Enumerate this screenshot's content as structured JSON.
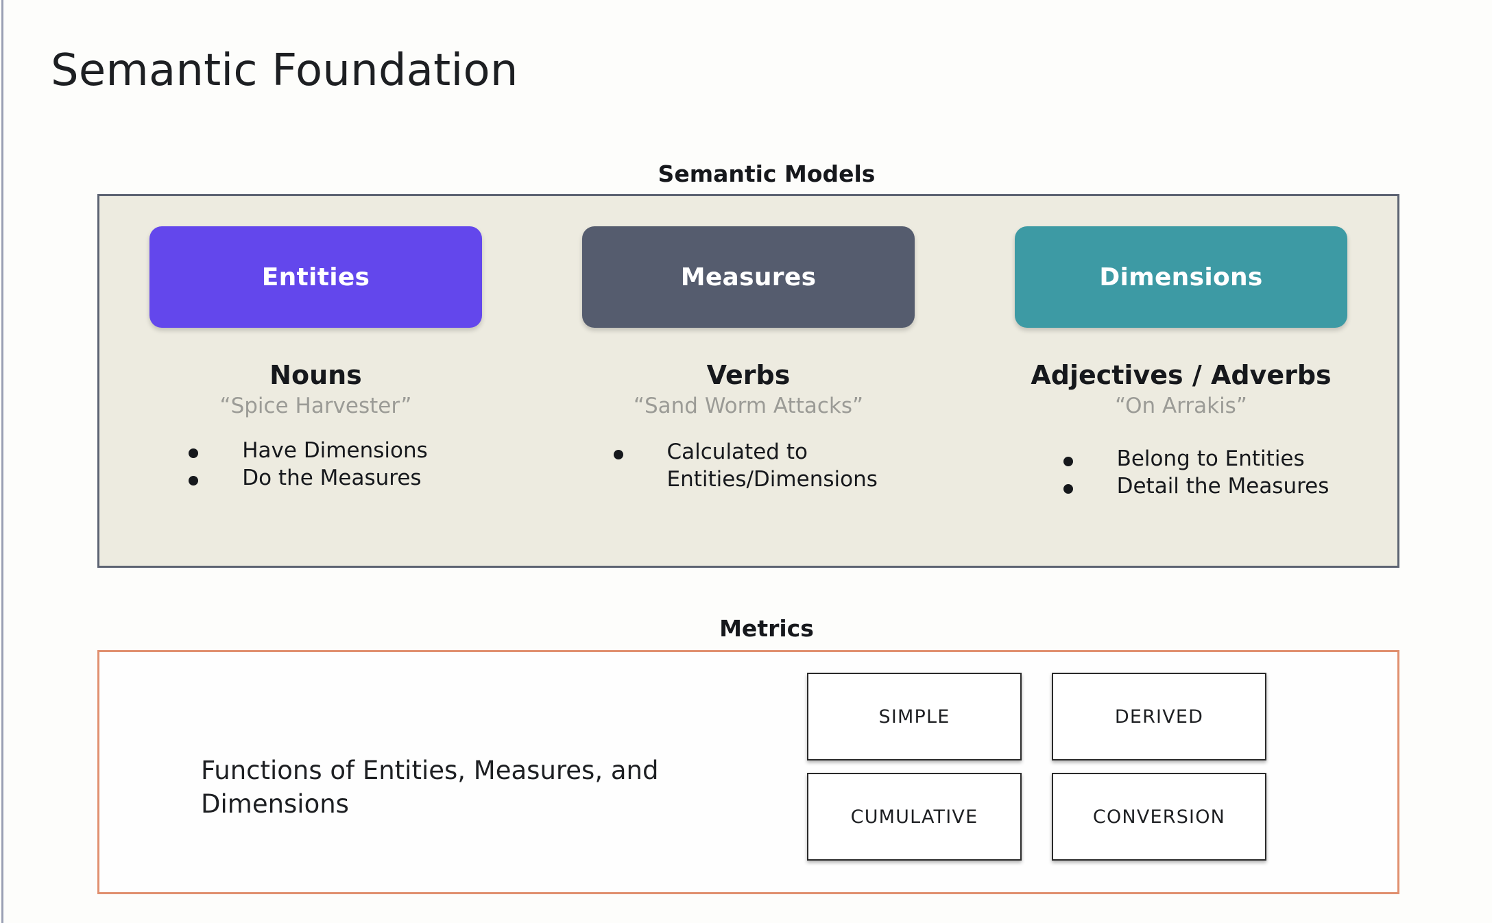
{
  "page_title": "Semantic Foundation",
  "colors": {
    "entities": "#6347ec",
    "measures": "#555c6e",
    "dimensions": "#3d9aa4",
    "models_card_bg": "#edebe0",
    "models_card_border": "#5c6372",
    "metrics_card_border": "#e0906f",
    "quote_text": "#9b9b96"
  },
  "semantic_models": {
    "heading": "Semantic Models",
    "columns": [
      {
        "pill_label": "Entities",
        "part_of_speech": "Nouns",
        "example": "“Spice Harvester”",
        "bullets": [
          "Have Dimensions",
          "Do the Measures"
        ]
      },
      {
        "pill_label": "Measures",
        "part_of_speech": "Verbs",
        "example": "“Sand Worm Attacks”",
        "bullets": [
          "Calculated to Entities/Dimensions"
        ]
      },
      {
        "pill_label": "Dimensions",
        "part_of_speech": "Adjectives / Adverbs",
        "example": "“On Arrakis”",
        "bullets": [
          "Belong to Entities",
          "Detail the Measures"
        ]
      }
    ]
  },
  "metrics": {
    "heading": "Metrics",
    "description": "Functions of Entities, Measures, and Dimensions",
    "types": [
      "SIMPLE",
      "DERIVED",
      "CUMULATIVE",
      "CONVERSION"
    ]
  }
}
